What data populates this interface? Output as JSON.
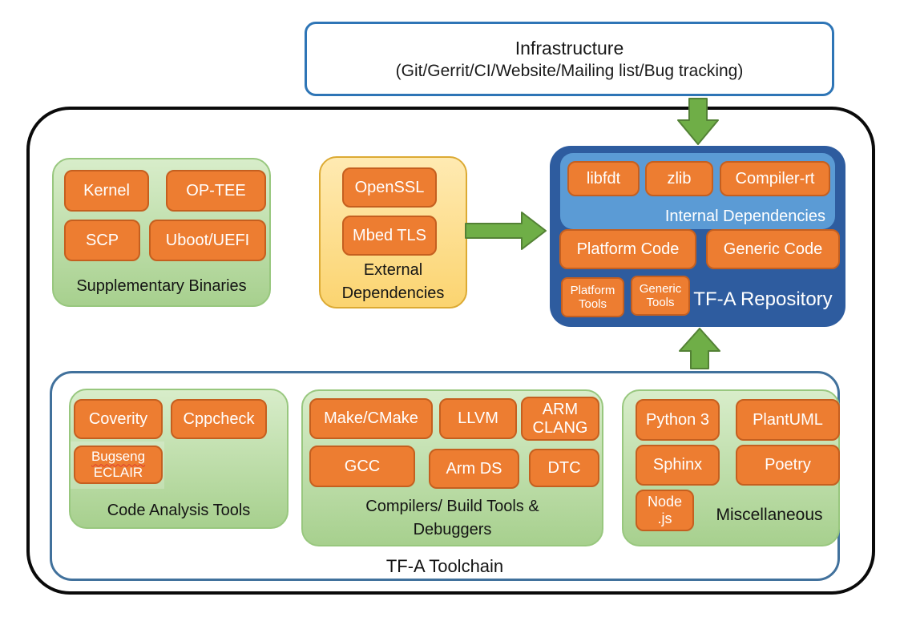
{
  "colors": {
    "chip_orange": "#ED7D31",
    "chip_border": "#C55F1F",
    "panel_green_top": "#D8EDCA",
    "panel_green_bottom": "#A7D08E",
    "panel_yellow_top": "#FFEAB2",
    "panel_yellow_bottom": "#FBD470",
    "repo_blue": "#2E5C9F",
    "internal_blue": "#5B9BD5",
    "arrow_green": "#6FAE47",
    "arrow_border": "#538135",
    "toolchain_border": "#41719C",
    "infra_border": "#2E75B6",
    "outer_border": "#0a0a0a"
  },
  "infrastructure": {
    "title": "Infrastructure",
    "subtitle": "(Git/Gerrit/CI/Website/Mailing list/Bug tracking)"
  },
  "supplementary": {
    "label": "Supplementary Binaries",
    "items": [
      "Kernel",
      "OP-TEE",
      "SCP",
      "Uboot/UEFI"
    ]
  },
  "external": {
    "label_line1": "External",
    "label_line2": "Dependencies",
    "items": [
      "OpenSSL",
      "Mbed TLS"
    ]
  },
  "repository": {
    "label": "TF-A Repository",
    "internal": {
      "label": "Internal Dependencies",
      "items": [
        "libfdt",
        "zlib",
        "Compiler-rt"
      ]
    },
    "platform_code": "Platform Code",
    "generic_code": "Generic Code",
    "platform_tools_line1": "Platform",
    "platform_tools_line2": "Tools",
    "generic_tools_line1": "Generic",
    "generic_tools_line2": "Tools"
  },
  "toolchain": {
    "label": "TF-A Toolchain",
    "code_analysis": {
      "label": "Code Analysis Tools",
      "items": [
        "Coverity",
        "Cppcheck"
      ],
      "bugseng_line1": "Bugseng",
      "bugseng_line2": "ECLAIR"
    },
    "compilers": {
      "label_line1": "Compilers/ Build Tools &",
      "label_line2": "Debuggers",
      "make_cmake": "Make/CMake",
      "llvm": "LLVM",
      "arm_clang_line1": "ARM",
      "arm_clang_line2": "CLANG",
      "gcc": "GCC",
      "arm_ds": "Arm DS",
      "dtc": "DTC"
    },
    "misc": {
      "label": "Miscellaneous",
      "items": [
        "Python 3",
        "PlantUML",
        "Sphinx",
        "Poetry"
      ],
      "node_line1": "Node",
      "node_line2": ".js"
    }
  }
}
